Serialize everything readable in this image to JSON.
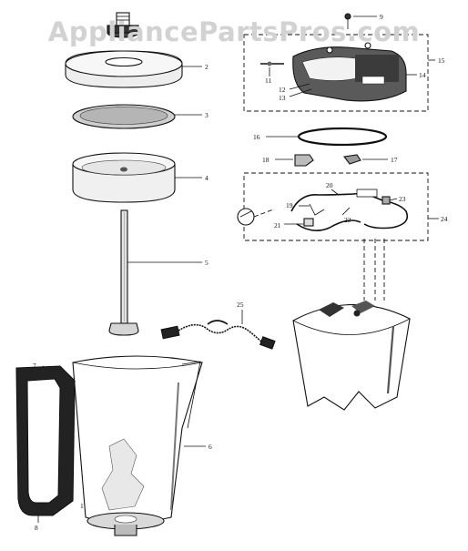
{
  "watermark": "AppliancePartsPros.com",
  "callouts": {
    "p1": "1",
    "p2": "2",
    "p3": "3",
    "p4": "4",
    "p5": "5",
    "p6": "6",
    "p7": "7",
    "p8": "8",
    "p9": "9",
    "p11": "11",
    "p12": "12",
    "p13": "13",
    "p14": "14",
    "p15": "15",
    "p16": "16",
    "p17": "17",
    "p18": "18",
    "p19": "19",
    "p20": "20",
    "p21": "21",
    "p22": "22",
    "p23": "23",
    "p24": "24",
    "p25": "25"
  }
}
